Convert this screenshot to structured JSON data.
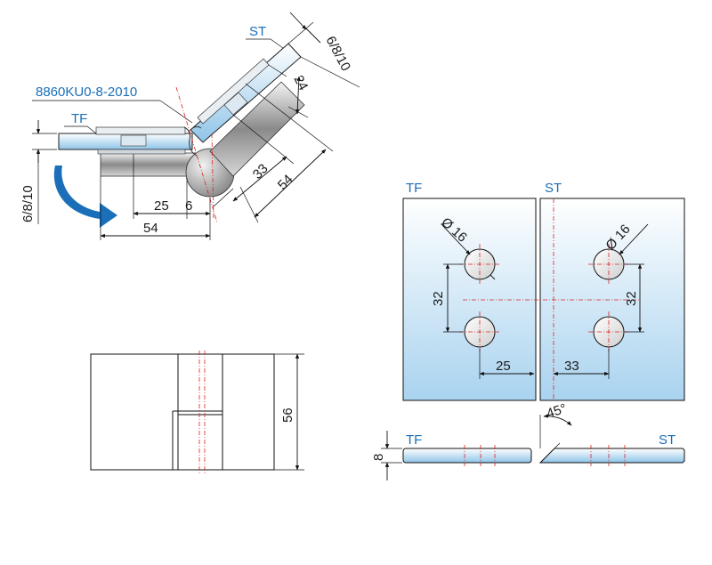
{
  "labels": {
    "tf": "TF",
    "st": "ST",
    "part_number": "8860KU0-8-2010",
    "thickness": "6/8/10",
    "angle": "45°",
    "diameter": "Ø 16"
  },
  "dimensions": {
    "top_24": "24",
    "top_33": "33",
    "top_54_diag": "54",
    "top_25": "25",
    "top_6": "6",
    "top_54_horiz": "54",
    "height_56": "56",
    "hole_spacing": "32",
    "tf_offset": "25",
    "st_offset": "33",
    "glass_8": "8"
  },
  "colors": {
    "accent_blue": "#1a6fb8",
    "centerline_red": "#d22222",
    "glass_top": "#ffffff",
    "glass_bottom": "#a9d3ef"
  }
}
